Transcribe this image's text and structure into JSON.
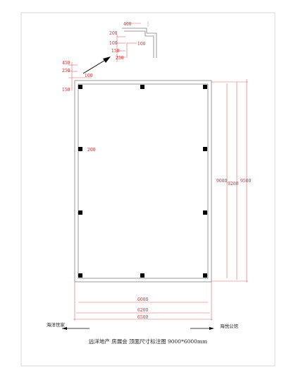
{
  "detail_dims": [
    "400",
    "200",
    "100",
    "100",
    "150",
    "250"
  ],
  "top_left_dims": [
    "450",
    "250",
    "100",
    "150"
  ],
  "column_note": "200",
  "right_dims": [
    "9000",
    "9200",
    "9500"
  ],
  "bottom_dims": [
    "6000",
    "6200",
    "6500"
  ],
  "left_label": "海洋世家",
  "right_label": "海悦公馆",
  "caption": "远洋地产  房展会  顶面尺寸标注图  9000*6000mm",
  "colors": {
    "dimension": "#d11a1a",
    "wall": "#808080",
    "column": "#000000"
  }
}
